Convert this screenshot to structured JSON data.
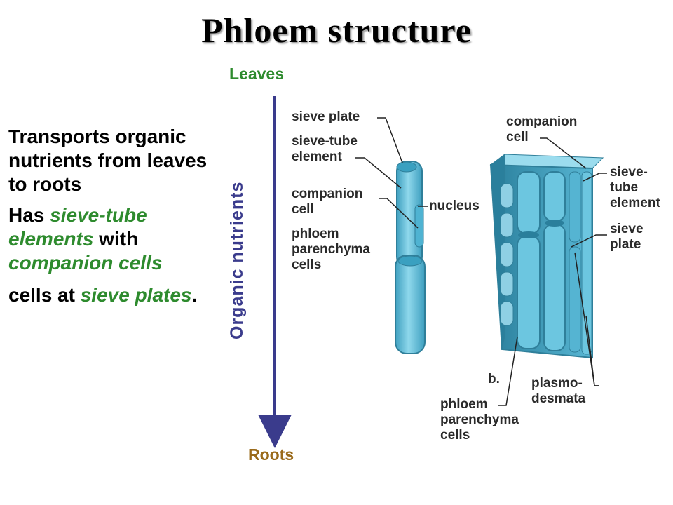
{
  "title": "Phloem structure",
  "axis": {
    "top_label": "Leaves",
    "bottom_label": "Roots",
    "vertical_label": "Organic nutrients"
  },
  "text": {
    "bullet1": "Transports organic nutrients from leaves to roots",
    "bullet2_a": "Has ",
    "bullet2_em1": "sieve-tube elements",
    "bullet2_b": " with ",
    "bullet2_em2": "companion cells",
    "bullet3_a": "cells at ",
    "bullet3_em": "sieve plates",
    "bullet3_b": "."
  },
  "diagram_labels": {
    "left": {
      "sieve_plate": "sieve plate",
      "sieve_tube_1": "sieve-tube",
      "sieve_tube_2": "element",
      "companion_1": "companion",
      "companion_2": "cell",
      "parenchyma_1": "phloem",
      "parenchyma_2": "parenchyma",
      "parenchyma_3": "cells",
      "nucleus": "nucleus"
    },
    "right": {
      "companion_1": "companion",
      "companion_2": "cell",
      "sieve_tube_1": "sieve-",
      "sieve_tube_2": "tube",
      "sieve_tube_3": "element",
      "sieve_plate_1": "sieve",
      "sieve_plate_2": "plate",
      "panel_letter": "b.",
      "plasmo_1": "plasmo-",
      "plasmo_2": "desmata",
      "parenchyma_1": "phloem",
      "parenchyma_2": "parenchyma",
      "parenchyma_3": "cells"
    }
  },
  "colors": {
    "arrow": "#3a3b8c",
    "cell_fill": "#6cc6e0",
    "cell_dark": "#2f8fae",
    "emphasis_green": "#2e8b2e"
  }
}
